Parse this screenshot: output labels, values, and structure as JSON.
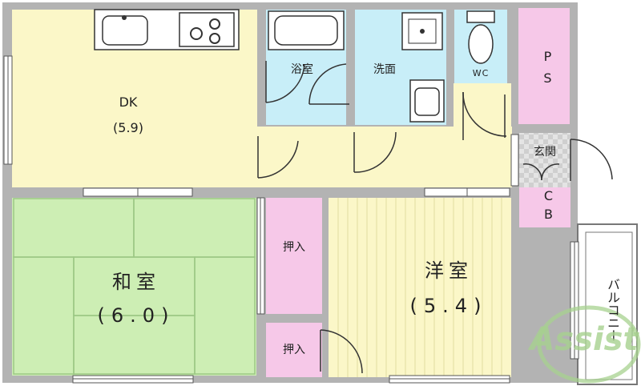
{
  "rooms": {
    "dk": {
      "name": "DK",
      "size": "(5.9)"
    },
    "bath": {
      "name": "浴室"
    },
    "washroom": {
      "name": "洗面"
    },
    "wc": {
      "name": "WC"
    },
    "ps": {
      "name": "PS"
    },
    "entrance": {
      "name": "玄関"
    },
    "cb": {
      "name": "CB"
    },
    "washitsu": {
      "name": "和室",
      "size": "(6.0)"
    },
    "closet_upper": {
      "name": "押入"
    },
    "closet_lower": {
      "name": "押入"
    },
    "yoshitsu": {
      "name": "洋室",
      "size": "(5.4)"
    },
    "balcony": {
      "name": "バルコニー"
    }
  },
  "watermark": "Assist",
  "colors": {
    "dk": "#fbf7c8",
    "wet": "#c8eef8",
    "closet": "#f6c8e8",
    "tatami_light": "#cdeeb4",
    "tatami_mid": "#b9e29c",
    "yoshitsu": "#fbf7c8",
    "wall": "#9a9a9a",
    "entrance_tile": "#dcdcdc"
  }
}
